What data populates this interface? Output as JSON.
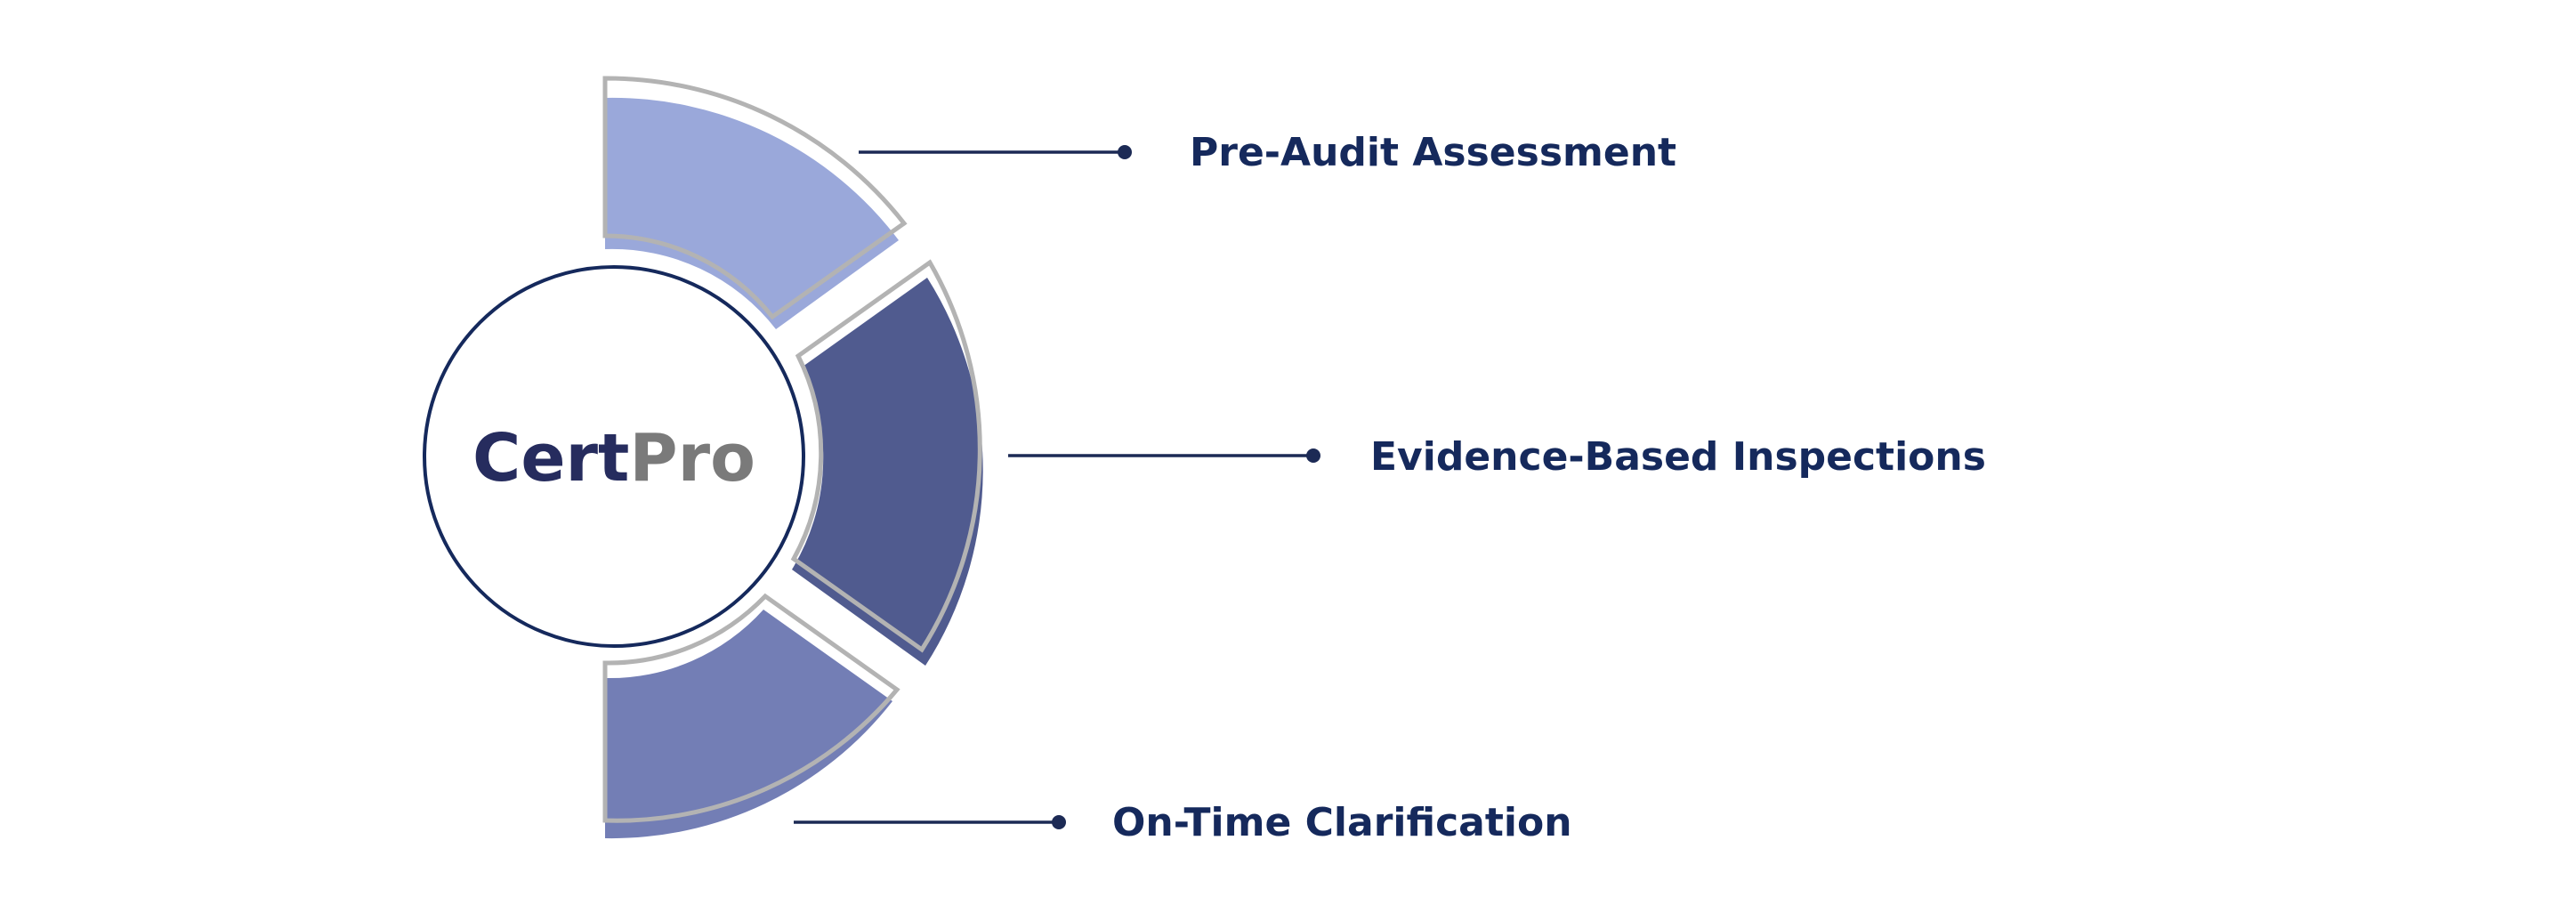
{
  "logo": {
    "part1": "Cert",
    "part2": "Pro",
    "part1_color": "#262c5e",
    "part2_color": "#7a7a7a"
  },
  "steps": [
    {
      "label": "Pre-Audit Assessment",
      "color": "#9aa8da"
    },
    {
      "label": "Evidence-Based Inspections",
      "color": "#505b8f"
    },
    {
      "label": "On-Time Clarification",
      "color": "#737eb5"
    }
  ],
  "colors": {
    "text": "#15295c",
    "connector": "#1c2a55",
    "circle_stroke": "#15295c",
    "outline": "#b3b3b3"
  }
}
